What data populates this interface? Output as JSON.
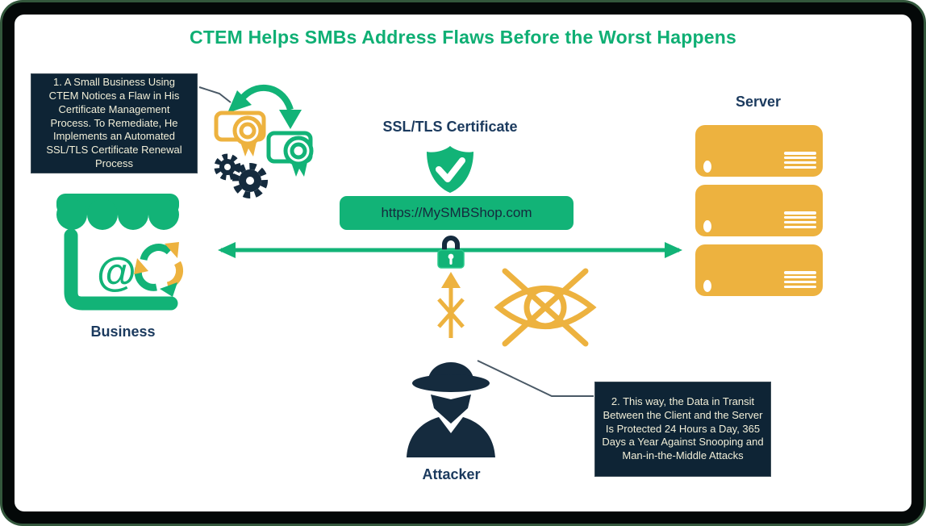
{
  "title": {
    "text": "CTEM Helps SMBs Address Flaws Before the Worst Happens",
    "color": "#0FAF74"
  },
  "callouts": {
    "step1": "1. A Small Business Using CTEM Notices a Flaw in His Certificate Management Process. To Remediate, He Implements an Automated SSL/TLS Certificate Renewal Process",
    "step2": "2. This way, the Data in Transit Between the Client and the Server Is Protected 24 Hours a Day, 365 Days a Year Against Snooping and Man-in-the-Middle Attacks"
  },
  "labels": {
    "business": "Business",
    "server": "Server",
    "attacker": "Attacker",
    "ssl_certificate": "SSL/TLS Certificate"
  },
  "url_pill": {
    "text": "https://MySMBShop.com"
  },
  "icons": {
    "certificate_renewal": "certificate-renewal-icon",
    "gears": "gears-icon",
    "shield_check": "shield-check-icon",
    "storefront": "business-storefront-icon",
    "recycle": "recycle-icon",
    "at_symbol": "at-symbol",
    "server_stack": "server-stack-icon",
    "padlock": "padlock-icon",
    "secure_arrow": "secure-connection-arrow",
    "blocked_arrow": "blocked-attack-arrow-icon",
    "no_snooping_eye": "no-snooping-eye-icon",
    "attacker": "attacker-spy-icon"
  },
  "colors": {
    "green": "#12B377",
    "amber": "#EDB23F",
    "navy": "#152B3E",
    "label_navy": "#1B3A5E",
    "callout_bg": "#0E2435",
    "callout_text": "#F2EFD8",
    "frame_black": "#040808",
    "frame_green": "#33573C"
  }
}
